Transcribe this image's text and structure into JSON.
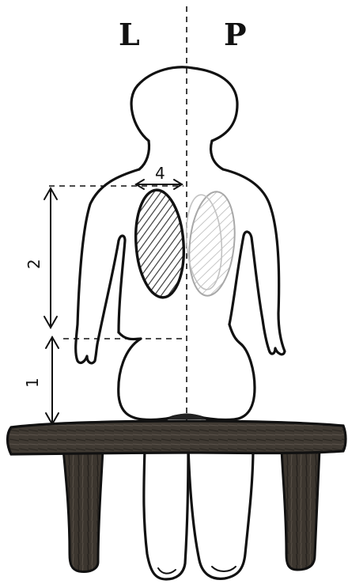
{
  "labels": {
    "left": "L",
    "right": "P"
  },
  "measurements": {
    "upper_segment": "2",
    "lower_segment": "1",
    "width": "4"
  },
  "colors": {
    "ink": "#111111",
    "bench_wood": "#3f3a34",
    "hatch": "#555555",
    "faint_outline": "#a8a8a8"
  }
}
